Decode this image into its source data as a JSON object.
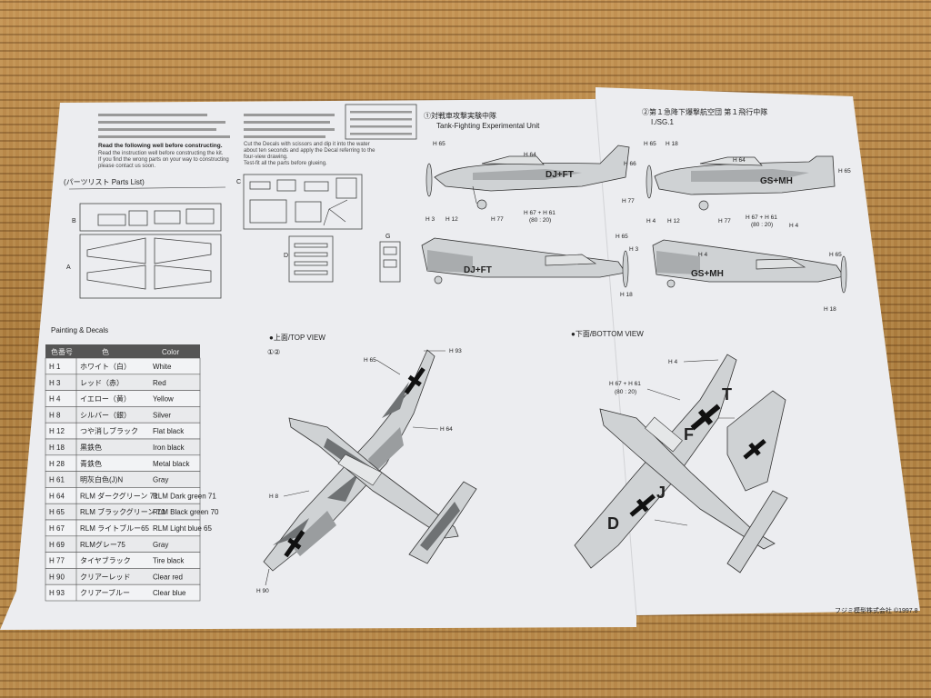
{
  "instructions": {
    "left_heading": "Read the following well before constructing.",
    "left_line1": "Read the instruction well before constructing the kit.",
    "left_line2": "If you find the wrong parts on your way to constructing",
    "left_line3": "please contact us soon.",
    "right_line1": "Cut the Decals with scissors and dip it into the water",
    "right_line2": "about ten seconds and apply the Decal referring to the",
    "right_line3": "four-view drawing.",
    "right_line4": "Test-fit all the parts before glueing."
  },
  "parts_list": {
    "title": "(パーツリスト Parts List)",
    "sprues": [
      "A",
      "B",
      "C",
      "D",
      "G"
    ]
  },
  "schemes": [
    {
      "title_jp": "①対戦車攻撃実験中隊",
      "title_en": "Tank-Fighting Experimental Unit",
      "code": "DJ+FT"
    },
    {
      "title_jp": "②第１急降下爆撃航空団 第１飛行中隊",
      "title_en": "I./SG.1",
      "code": "GS+MH"
    }
  ],
  "callouts": {
    "h64": "H 64",
    "h65": "H 65",
    "h66": "H 66",
    "h77": "H 77",
    "h3": "H 3",
    "h12": "H 12",
    "h4": "H 4",
    "h18": "H 18",
    "h8": "H 8",
    "h90": "H 90",
    "h93": "H 93",
    "mix": "H 67 + H 61",
    "ratio": "(80 : 20)"
  },
  "views": {
    "top": "●上面/TOP VIEW",
    "bottom": "●下面/BOTTOM VIEW",
    "top_decals": "①②"
  },
  "painting": {
    "title": "Painting & Decals",
    "headers": [
      "色番号",
      "色",
      "Color"
    ],
    "rows": [
      {
        "code": "H 1",
        "jp": "ホワイト（白）",
        "en": "White"
      },
      {
        "code": "H 3",
        "jp": "レッド（赤）",
        "en": "Red"
      },
      {
        "code": "H 4",
        "jp": "イエロー（黄）",
        "en": "Yellow"
      },
      {
        "code": "H 8",
        "jp": "シルバー（銀）",
        "en": "Silver"
      },
      {
        "code": "H 12",
        "jp": "つや消しブラック",
        "en": "Flat black"
      },
      {
        "code": "H 18",
        "jp": "黒鉄色",
        "en": "Iron black"
      },
      {
        "code": "H 28",
        "jp": "青鉄色",
        "en": "Metal black"
      },
      {
        "code": "H 61",
        "jp": "明灰白色(J)N",
        "en": "Gray"
      },
      {
        "code": "H 64",
        "jp": "RLM ダークグリーン 71",
        "en": "RLM Dark green 71"
      },
      {
        "code": "H 65",
        "jp": "RLM ブラックグリーン 70",
        "en": "RLM Black green 70"
      },
      {
        "code": "H 67",
        "jp": "RLM ライトブルー65",
        "en": "RLM Light blue 65"
      },
      {
        "code": "H 69",
        "jp": "RLMグレー75",
        "en": "Gray"
      },
      {
        "code": "H 77",
        "jp": "タイヤブラック",
        "en": "Tire black"
      },
      {
        "code": "H 90",
        "jp": "クリアーレッド",
        "en": "Clear red"
      },
      {
        "code": "H 93",
        "jp": "クリアーブルー",
        "en": "Clear blue"
      }
    ]
  },
  "footer": "フジミ模型株式会社 ©1997.8",
  "colors": {
    "paper": "#ecedf0",
    "ink": "#222222",
    "mat": "#b88a4c",
    "table_header": "#555555"
  }
}
